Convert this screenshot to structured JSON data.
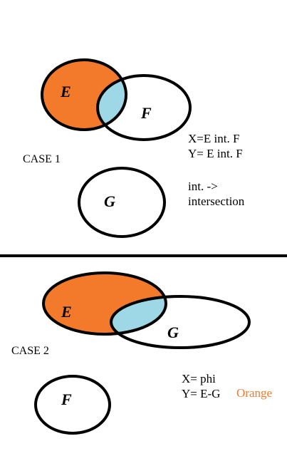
{
  "colors": {
    "shaded_set": "#f47a2b",
    "intersection": "#9ed8e6",
    "outline": "#000000",
    "orange_note": "#f47a2b"
  },
  "case1": {
    "label": "CASE 1",
    "set_e": "E",
    "set_f": "F",
    "set_g": "G",
    "note_x": "X=E int. F",
    "note_y": "Y= E int. F",
    "note_def_1": "int. ->",
    "note_def_2": "intersection"
  },
  "case2": {
    "label": "CASE 2",
    "set_e": "E",
    "set_g": "G",
    "set_f": "F",
    "note_x": "X= phi",
    "note_y": "Y= E-G",
    "note_orange": "Orange"
  }
}
